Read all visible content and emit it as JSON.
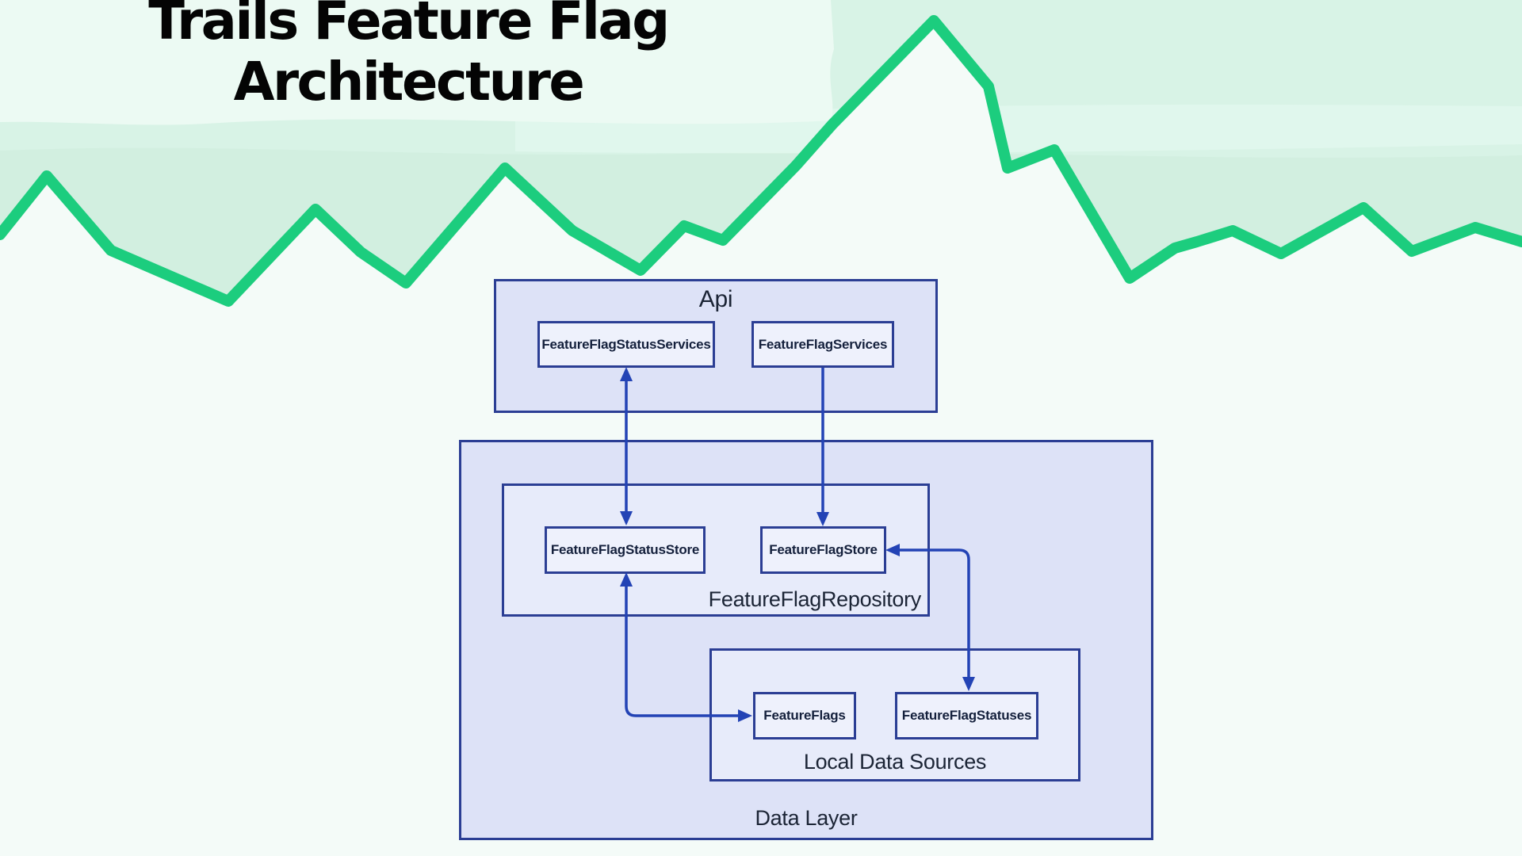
{
  "title": {
    "line1": "Trails Feature Flag",
    "line2": "Architecture"
  },
  "diagram": {
    "api": {
      "label": "Api",
      "services": [
        {
          "label": "FeatureFlagStatusServices"
        },
        {
          "label": "FeatureFlagServices"
        }
      ]
    },
    "data_layer": {
      "label": "Data Layer",
      "repository": {
        "label": "FeatureFlagRepository",
        "stores": [
          {
            "label": "FeatureFlagStatusStore"
          },
          {
            "label": "FeatureFlagStore"
          }
        ]
      },
      "local_data_sources": {
        "label": "Local Data Sources",
        "sources": [
          {
            "label": "FeatureFlags"
          },
          {
            "label": "FeatureFlagStatuses"
          }
        ]
      }
    }
  },
  "connections": [
    {
      "from": "FeatureFlagStatusServices",
      "to": "FeatureFlagStatusStore",
      "bidirectional": true
    },
    {
      "from": "FeatureFlagServices",
      "to": "FeatureFlagStore",
      "bidirectional": false
    },
    {
      "from": "FeatureFlagStatusStore",
      "to": "FeatureFlags",
      "bidirectional": true
    },
    {
      "from": "FeatureFlagStore",
      "to": "FeatureFlagStatuses",
      "bidirectional": true
    }
  ],
  "colors": {
    "page_bg": "#f3fbf7",
    "sky_mint": "#d8f3e6",
    "sky_mint_dark": "#d2efe0",
    "sky_band_light": "#ecfaf3",
    "mountain_line_green": "#1ccd7e",
    "container_fill": "#dde2f7",
    "nested_fill": "#e7ebfa",
    "node_fill": "#eef1fc",
    "border_blue": "#2b3e94",
    "arrow_blue": "#2343b5",
    "text_dark": "#1b2435"
  }
}
